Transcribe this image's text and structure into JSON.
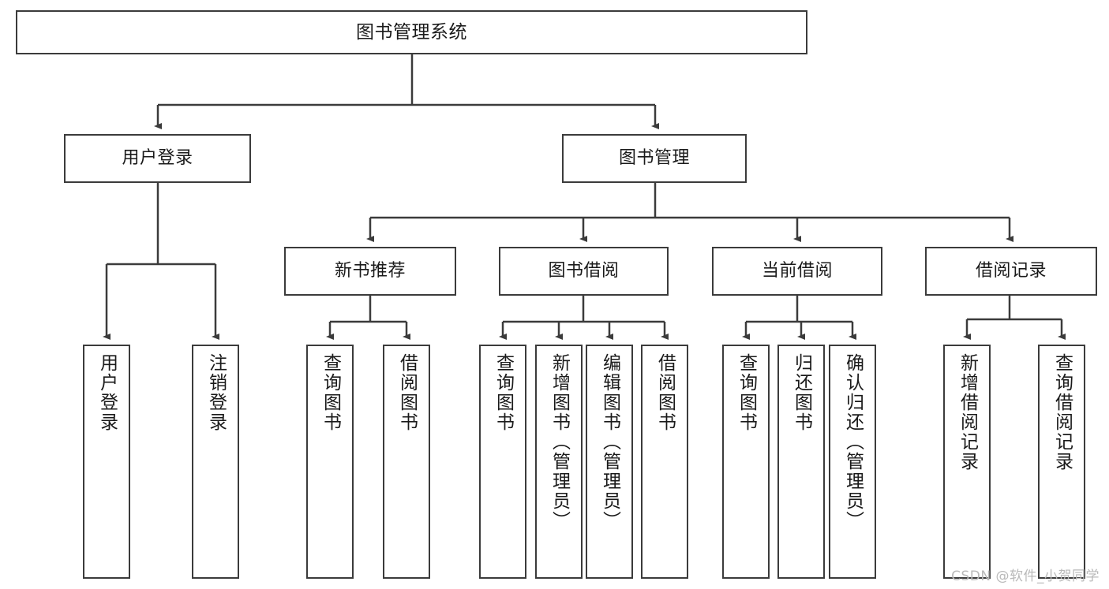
{
  "diagram": {
    "type": "tree",
    "title": "图书管理系统",
    "watermark": "CSDN @软件_小贺同学",
    "colors": {
      "border": "#3b3b3b",
      "background": "#ffffff",
      "text": "#1a1a1a",
      "watermark": "#b9b9b9"
    },
    "root": {
      "label": "图书管理系统"
    },
    "level2": [
      {
        "label": "用户登录"
      },
      {
        "label": "图书管理"
      }
    ],
    "level3": [
      {
        "label": "新书推荐"
      },
      {
        "label": "图书借阅"
      },
      {
        "label": "当前借阅"
      },
      {
        "label": "借阅记录"
      }
    ],
    "leaves": {
      "user_login": [
        {
          "label": "用户登录"
        },
        {
          "label": "注销登录"
        }
      ],
      "new_book": [
        {
          "label": "查询图书"
        },
        {
          "label": "借阅图书"
        }
      ],
      "book_borrow": [
        {
          "label": "查询图书"
        },
        {
          "label": "新增图书（管理员）"
        },
        {
          "label": "编辑图书（管理员）"
        },
        {
          "label": "借阅图书"
        }
      ],
      "current_borrow": [
        {
          "label": "查询图书"
        },
        {
          "label": "归还图书"
        },
        {
          "label": "确认归还（管理员）"
        }
      ],
      "borrow_record": [
        {
          "label": "新增借阅记录"
        },
        {
          "label": "查询借阅记录"
        }
      ]
    }
  }
}
